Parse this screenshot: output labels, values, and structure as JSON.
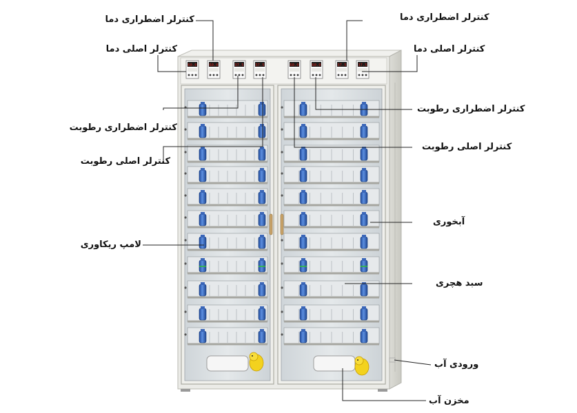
{
  "labels": {
    "backup_temp_left": "کنترلر اضطراری دما",
    "main_temp_left": "کنترلر اصلی دما",
    "backup_humidity_left": "کنترلر اضطراری رطوبت",
    "main_humidity_left": "کنترلر اصلی رطوبت",
    "recovery_lamp": "لامپ ریکاوری",
    "backup_temp_right": "کنترلر اضطراری دما",
    "main_temp_right": "کنترلر اصلی دما",
    "backup_humidity_right": "کنترلر اضطراری رطوبت",
    "main_humidity_right": "کنترلر اصلی رطوبت",
    "waterer": "آبخوری",
    "hatching_basket": "سبد هچری",
    "water_inlet": "ورودی آب",
    "water_tank": "مخزن آب"
  },
  "controller_readouts": [
    "60.0",
    "60.0",
    "37.5",
    "37.5",
    "60.0",
    "60.0",
    "37.5",
    "37.5"
  ],
  "colors": {
    "cabinet": "#e9e9e5",
    "glass": "#d8dde0",
    "bottle": "#2d5fb5",
    "leader_line": "#222222",
    "display_red": "#d9241c",
    "mascot_yellow": "#f3d21e"
  }
}
